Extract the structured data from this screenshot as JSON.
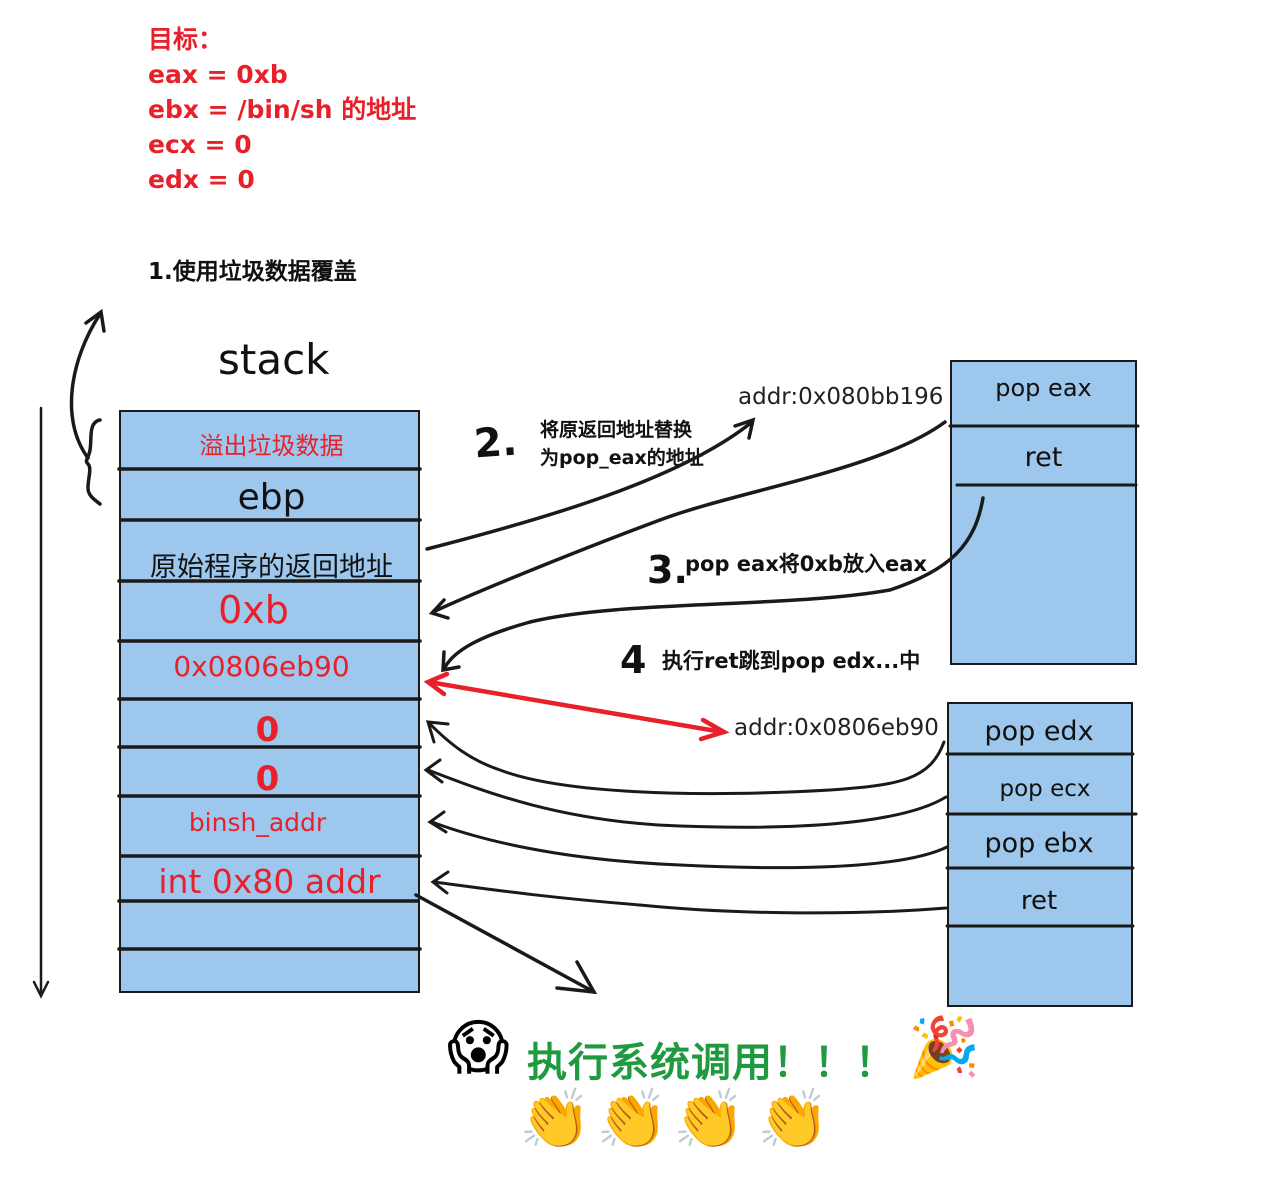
{
  "goal": {
    "title": "目标：",
    "lines": [
      "eax = 0xb",
      "ebx = /bin/sh 的地址",
      "ecx = 0",
      "edx = 0"
    ]
  },
  "step1_title": "1.使用垃圾数据覆盖",
  "stack": {
    "title": "stack",
    "cells": [
      "溢出垃圾数据",
      "ebp",
      "原始程序的返回地址",
      "0xb",
      "0x0806eb90",
      "0",
      "0",
      "binsh_addr",
      "int 0x80 addr"
    ]
  },
  "panel_eax": {
    "rows": [
      "pop eax",
      "ret"
    ]
  },
  "panel_edx": {
    "rows": [
      "pop edx",
      "pop ecx",
      "pop ebx",
      "ret"
    ]
  },
  "addresses": {
    "eax_gadget": "addr:0x080bb196",
    "edx_gadget": "addr:0x0806eb90"
  },
  "annotations": {
    "step2_num": "2.",
    "step2_text": [
      "将原返回地址替换",
      "为pop_eax的地址"
    ],
    "step3_num": "3.",
    "step3_text": "pop eax将0xb放入eax",
    "step4_num": "4",
    "step4_text": "执行ret跳到pop edx...中"
  },
  "syscall_text": "执行系统调用！！！",
  "emoji": {
    "shocked": "😱",
    "party": "🎉",
    "clap": "👏"
  },
  "colors": {
    "cell_fill": "#9dc7ec",
    "accent_red": "#e8202a",
    "green": "#1f9a3f"
  }
}
